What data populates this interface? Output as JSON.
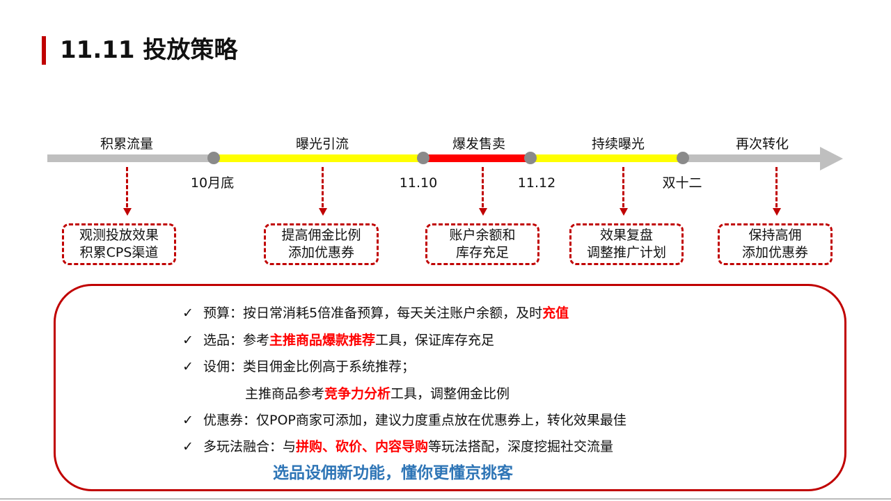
{
  "title": "11.11 投放策略",
  "colors": {
    "accent": "#c00000",
    "gray": "#bfbfbf",
    "yellow": "#ffff00",
    "red": "#ff0000",
    "node": "#8a8a8a",
    "slogan": "#2e75b6"
  },
  "phases": [
    "积累流量",
    "曝光引流",
    "爆发售卖",
    "持续曝光",
    "再次转化"
  ],
  "dates": [
    "10月底",
    "11.10",
    "11.12",
    "双十二"
  ],
  "boxes": [
    {
      "l1": "观测投放效果",
      "l2": "积累CPS渠道"
    },
    {
      "l1": "提高佣金比例",
      "l2": "添加优惠券"
    },
    {
      "l1": "账户余额和",
      "l2": "库存充足"
    },
    {
      "l1": "效果复盘",
      "l2": "调整推广计划"
    },
    {
      "l1": "保持高佣",
      "l2": "添加优惠券"
    }
  ],
  "check": "✓",
  "lines": [
    [
      {
        "t": "预算：按日常消耗5倍准备预算，每天关注账户余额，及时"
      },
      {
        "t": "充值",
        "hl": true
      }
    ],
    [
      {
        "t": "选品：参考"
      },
      {
        "t": "主推商品爆款推荐",
        "hl": true
      },
      {
        "t": "工具，保证库存充足"
      }
    ],
    [
      {
        "t": "设佣：类目佣金比例高于系统推荐；"
      }
    ],
    [
      {
        "t": "主推商品参考"
      },
      {
        "t": "竞争力分析",
        "hl": true
      },
      {
        "t": "工具，调整佣金比例"
      }
    ],
    [
      {
        "t": "优惠券：仅POP商家可添加，建议力度重点放在优惠券上，转化效果最佳"
      }
    ],
    [
      {
        "t": "多玩法融合：与"
      },
      {
        "t": "拼购、砍价、内容导购",
        "hl": true
      },
      {
        "t": "等玩法搭配，深度挖掘社交流量"
      }
    ]
  ],
  "slogan": "选品设佣新功能，懂你更懂京挑客"
}
